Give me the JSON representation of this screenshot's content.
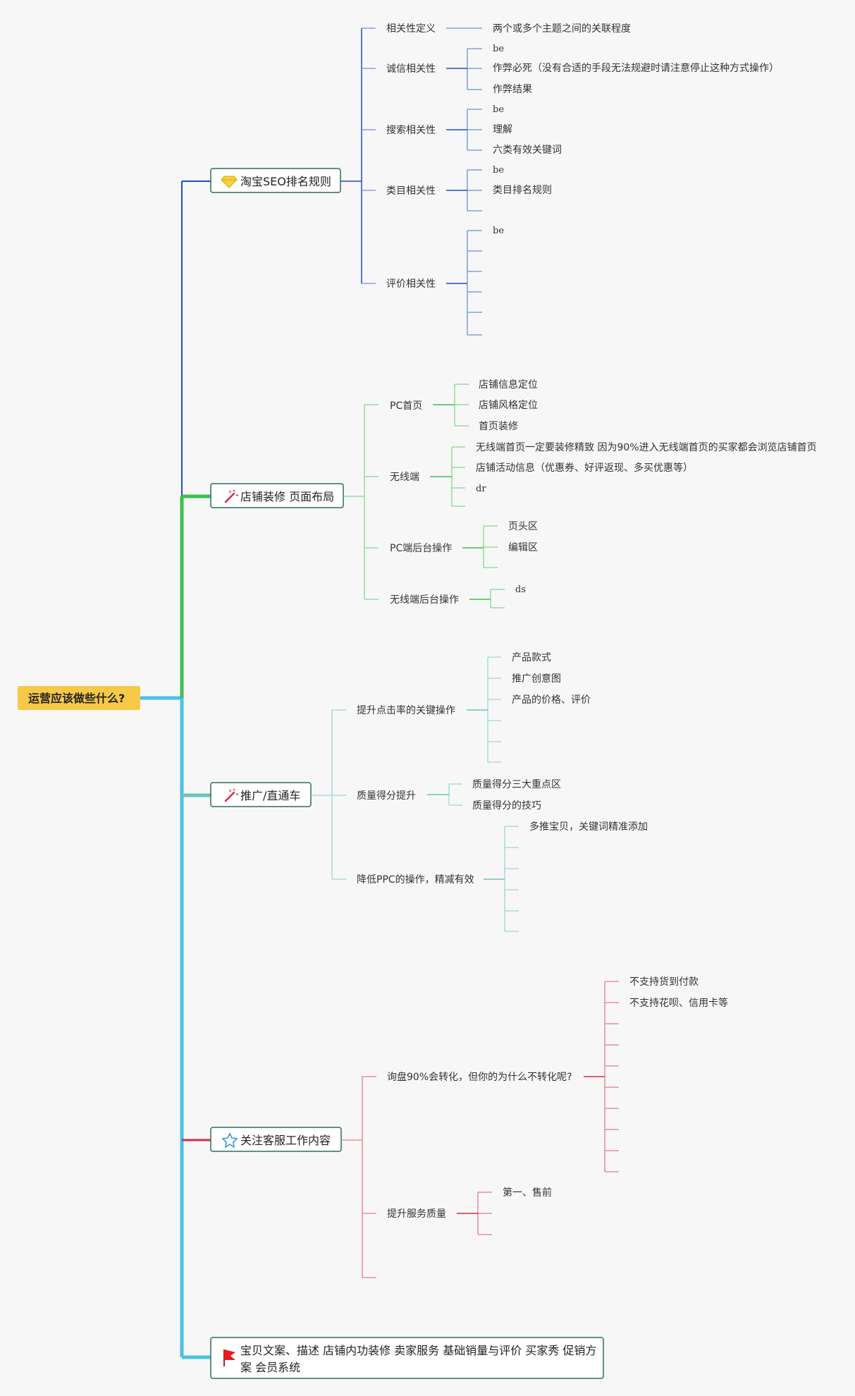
{
  "root": {
    "label": "运营应该做些什么?"
  },
  "colors": {
    "root_bg": "#f7c948",
    "seo": "#1a4fc4",
    "seo_light": "#6c8fd8",
    "decor": "#3dbf52",
    "decor_light": "#86d692",
    "promo": "#6cc3bd",
    "promo_light": "#9ad8d3",
    "service": "#d6294a",
    "service_light": "#e57a8d",
    "last": "#48c2e8",
    "box_border": "#2f6f5b"
  },
  "branches": [
    {
      "id": "seo",
      "label": "淘宝SEO排名规则",
      "icon": "diamond-icon",
      "children": [
        {
          "label": "相关性定义",
          "children": [
            "两个或多个主题之间的关联程度"
          ]
        },
        {
          "label": "诚信相关性",
          "children": [
            "be",
            "作弊必死（没有合适的手段无法规避时请注意停止这种方式操作）",
            "作弊结果"
          ]
        },
        {
          "label": "搜索相关性",
          "children": [
            "be",
            "理解",
            "六类有效关键词"
          ]
        },
        {
          "label": "类目相关性",
          "children": [
            "be",
            "类目排名规则",
            ""
          ]
        },
        {
          "label": "评价相关性",
          "children": [
            "be",
            "",
            "",
            "",
            "",
            "",
            ""
          ]
        }
      ]
    },
    {
      "id": "decor",
      "label": "店铺装修 页面布局",
      "icon": "magic-wand-icon",
      "children": [
        {
          "label": "PC首页",
          "children": [
            "店铺信息定位",
            "店铺风格定位",
            "首页装修"
          ]
        },
        {
          "label": "无线端",
          "children": [
            "无线端首页一定要装修精致 因为90%进入无线端首页的买家都会浏览店铺首页",
            "店铺活动信息（优惠券、好评返现、多买优惠等）",
            "dr",
            ""
          ]
        },
        {
          "label": "PC端后台操作",
          "children": [
            "页头区",
            "编辑区",
            ""
          ]
        },
        {
          "label": "无线端后台操作",
          "children": [
            "ds",
            ""
          ]
        }
      ]
    },
    {
      "id": "promo",
      "label": "推广/直通车",
      "icon": "magic-wand-icon",
      "children": [
        {
          "label": "提升点击率的关键操作",
          "children": [
            "产品款式",
            "推广创意图",
            "产品的价格、评价",
            "",
            "",
            ""
          ]
        },
        {
          "label": "质量得分提升",
          "children": [
            "质量得分三大重点区",
            "质量得分的技巧"
          ]
        },
        {
          "label": "降低PPC的操作，精减有效",
          "children": [
            "多推宝贝，关键词精准添加",
            "",
            "",
            "",
            "",
            ""
          ]
        }
      ]
    },
    {
      "id": "service",
      "label": "关注客服工作内容",
      "icon": "star-icon",
      "children": [
        {
          "label": "询盘90%会转化，但你的为什么不转化呢?",
          "children": [
            "不支持货到付款",
            "不支持花呗、信用卡等",
            "",
            "",
            "",
            "",
            "",
            "",
            "",
            ""
          ]
        },
        {
          "label": "提升服务质量",
          "children": [
            "第一、售前",
            "",
            ""
          ]
        },
        {
          "label": "",
          "children": []
        }
      ]
    },
    {
      "id": "last",
      "label_line1": "宝贝文案、描述 店铺内功装修 卖家服务 基础销量与评价 买家秀 促销方",
      "label_line2": "案 会员系统",
      "icon": "red-flag-icon"
    }
  ]
}
